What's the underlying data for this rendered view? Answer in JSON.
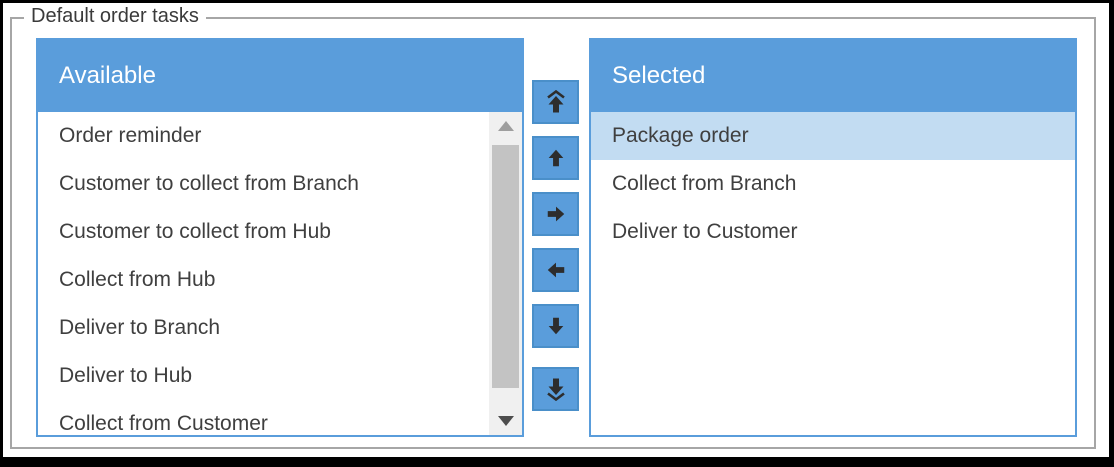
{
  "groupbox": {
    "legend": "Default order tasks"
  },
  "available": {
    "header": "Available",
    "items": [
      "Order reminder",
      "Customer to collect from Branch",
      "Customer to collect from Hub",
      "Collect from Hub",
      "Deliver to Branch",
      "Deliver to Hub",
      "Collect from Customer"
    ]
  },
  "selected": {
    "header": "Selected",
    "items": [
      "Package order",
      "Collect from Branch",
      "Deliver to Customer"
    ],
    "selected_index": 0
  },
  "transfer_buttons": [
    {
      "id": "move-to-top",
      "icon": "double-arrow-up-icon"
    },
    {
      "id": "move-up",
      "icon": "arrow-up-icon"
    },
    {
      "id": "move-right",
      "icon": "arrow-right-icon"
    },
    {
      "id": "move-left",
      "icon": "arrow-left-icon"
    },
    {
      "id": "move-down",
      "icon": "arrow-down-icon"
    },
    {
      "id": "move-to-bottom",
      "icon": "double-arrow-down-icon"
    }
  ],
  "colors": {
    "accent": "#5a9ddb",
    "accent_border": "#4a8fc9",
    "selection_highlight": "#c2dcf2",
    "item_text": "#3f3f3f",
    "header_text": "#ffffff",
    "groupbox_border": "#a6a6a6",
    "scrollbar_track": "#f0f0f0",
    "scrollbar_thumb": "#c3c3c3",
    "icon_color": "#2d2d2d"
  }
}
